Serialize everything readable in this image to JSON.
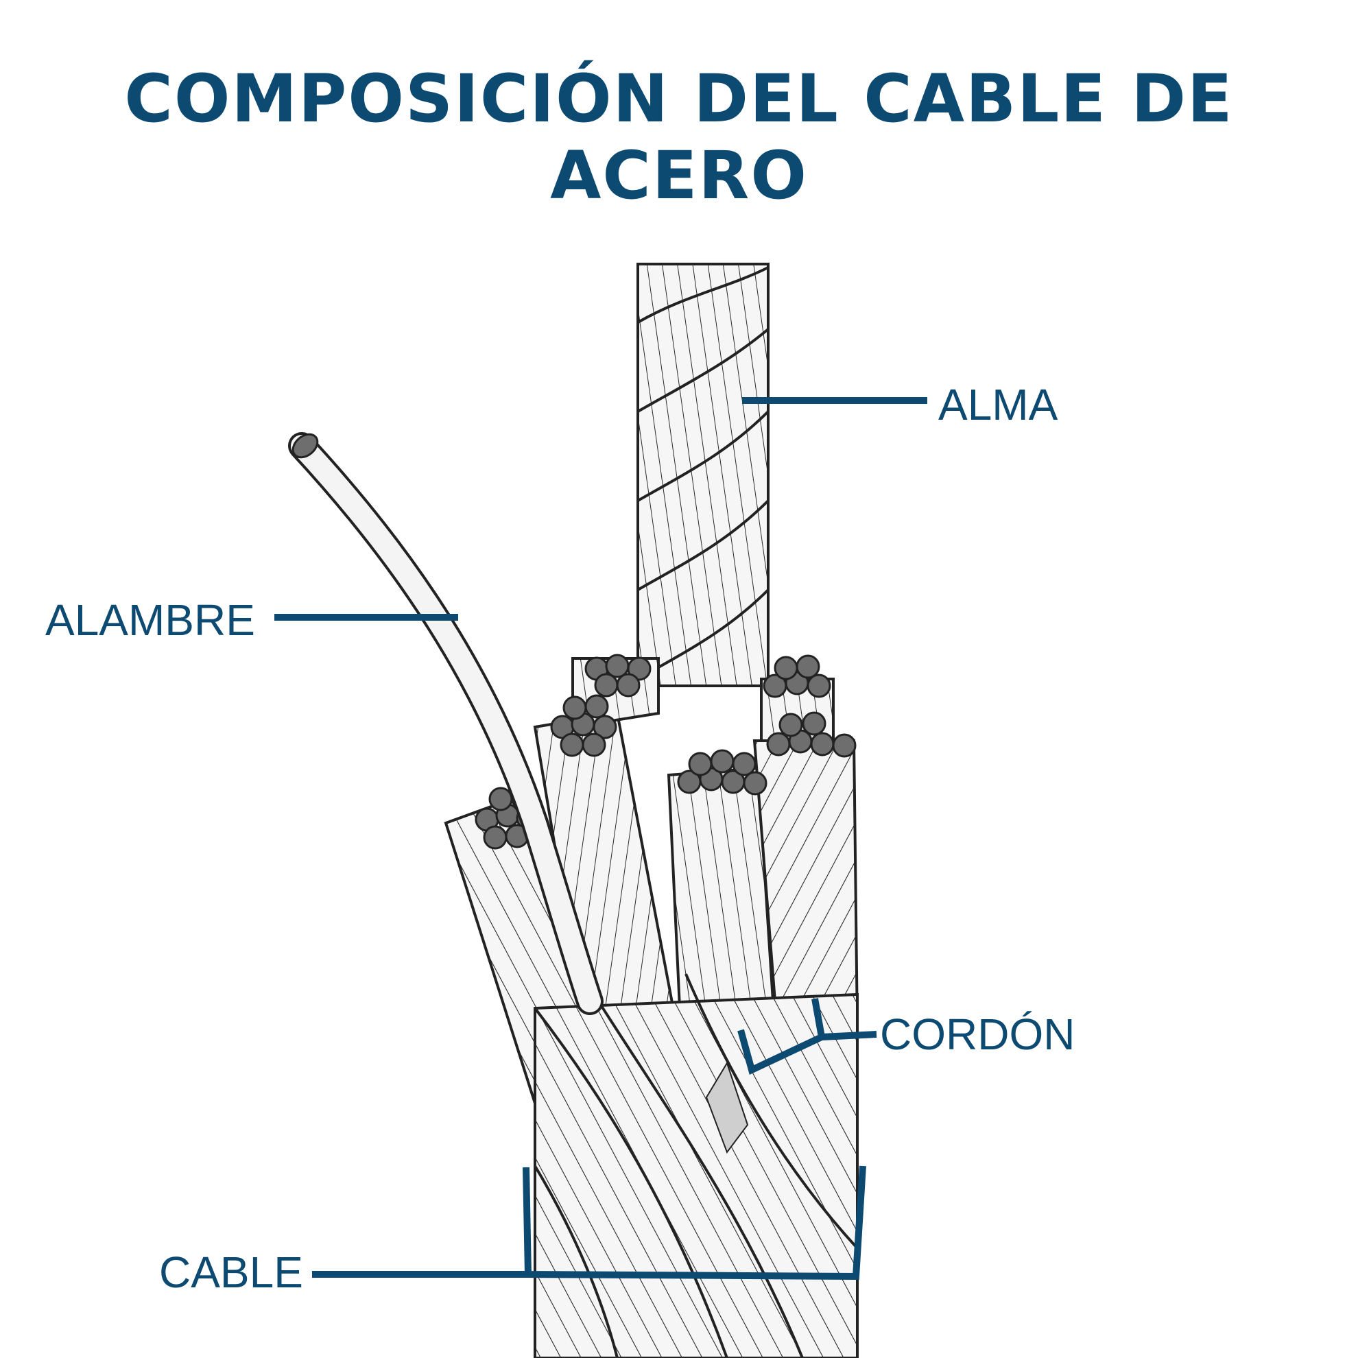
{
  "title": "COMPOSICIÓN DEL CABLE DE ACERO",
  "labels": {
    "alma": "ALMA",
    "alambre": "ALAMBRE",
    "cordon": "CORDÓN",
    "cable": "CABLE"
  },
  "colors": {
    "accent": "#0d4a72",
    "ink": "#222222",
    "wire_fill": "#f4f4f4",
    "wire_end": "#6e6e6e"
  }
}
